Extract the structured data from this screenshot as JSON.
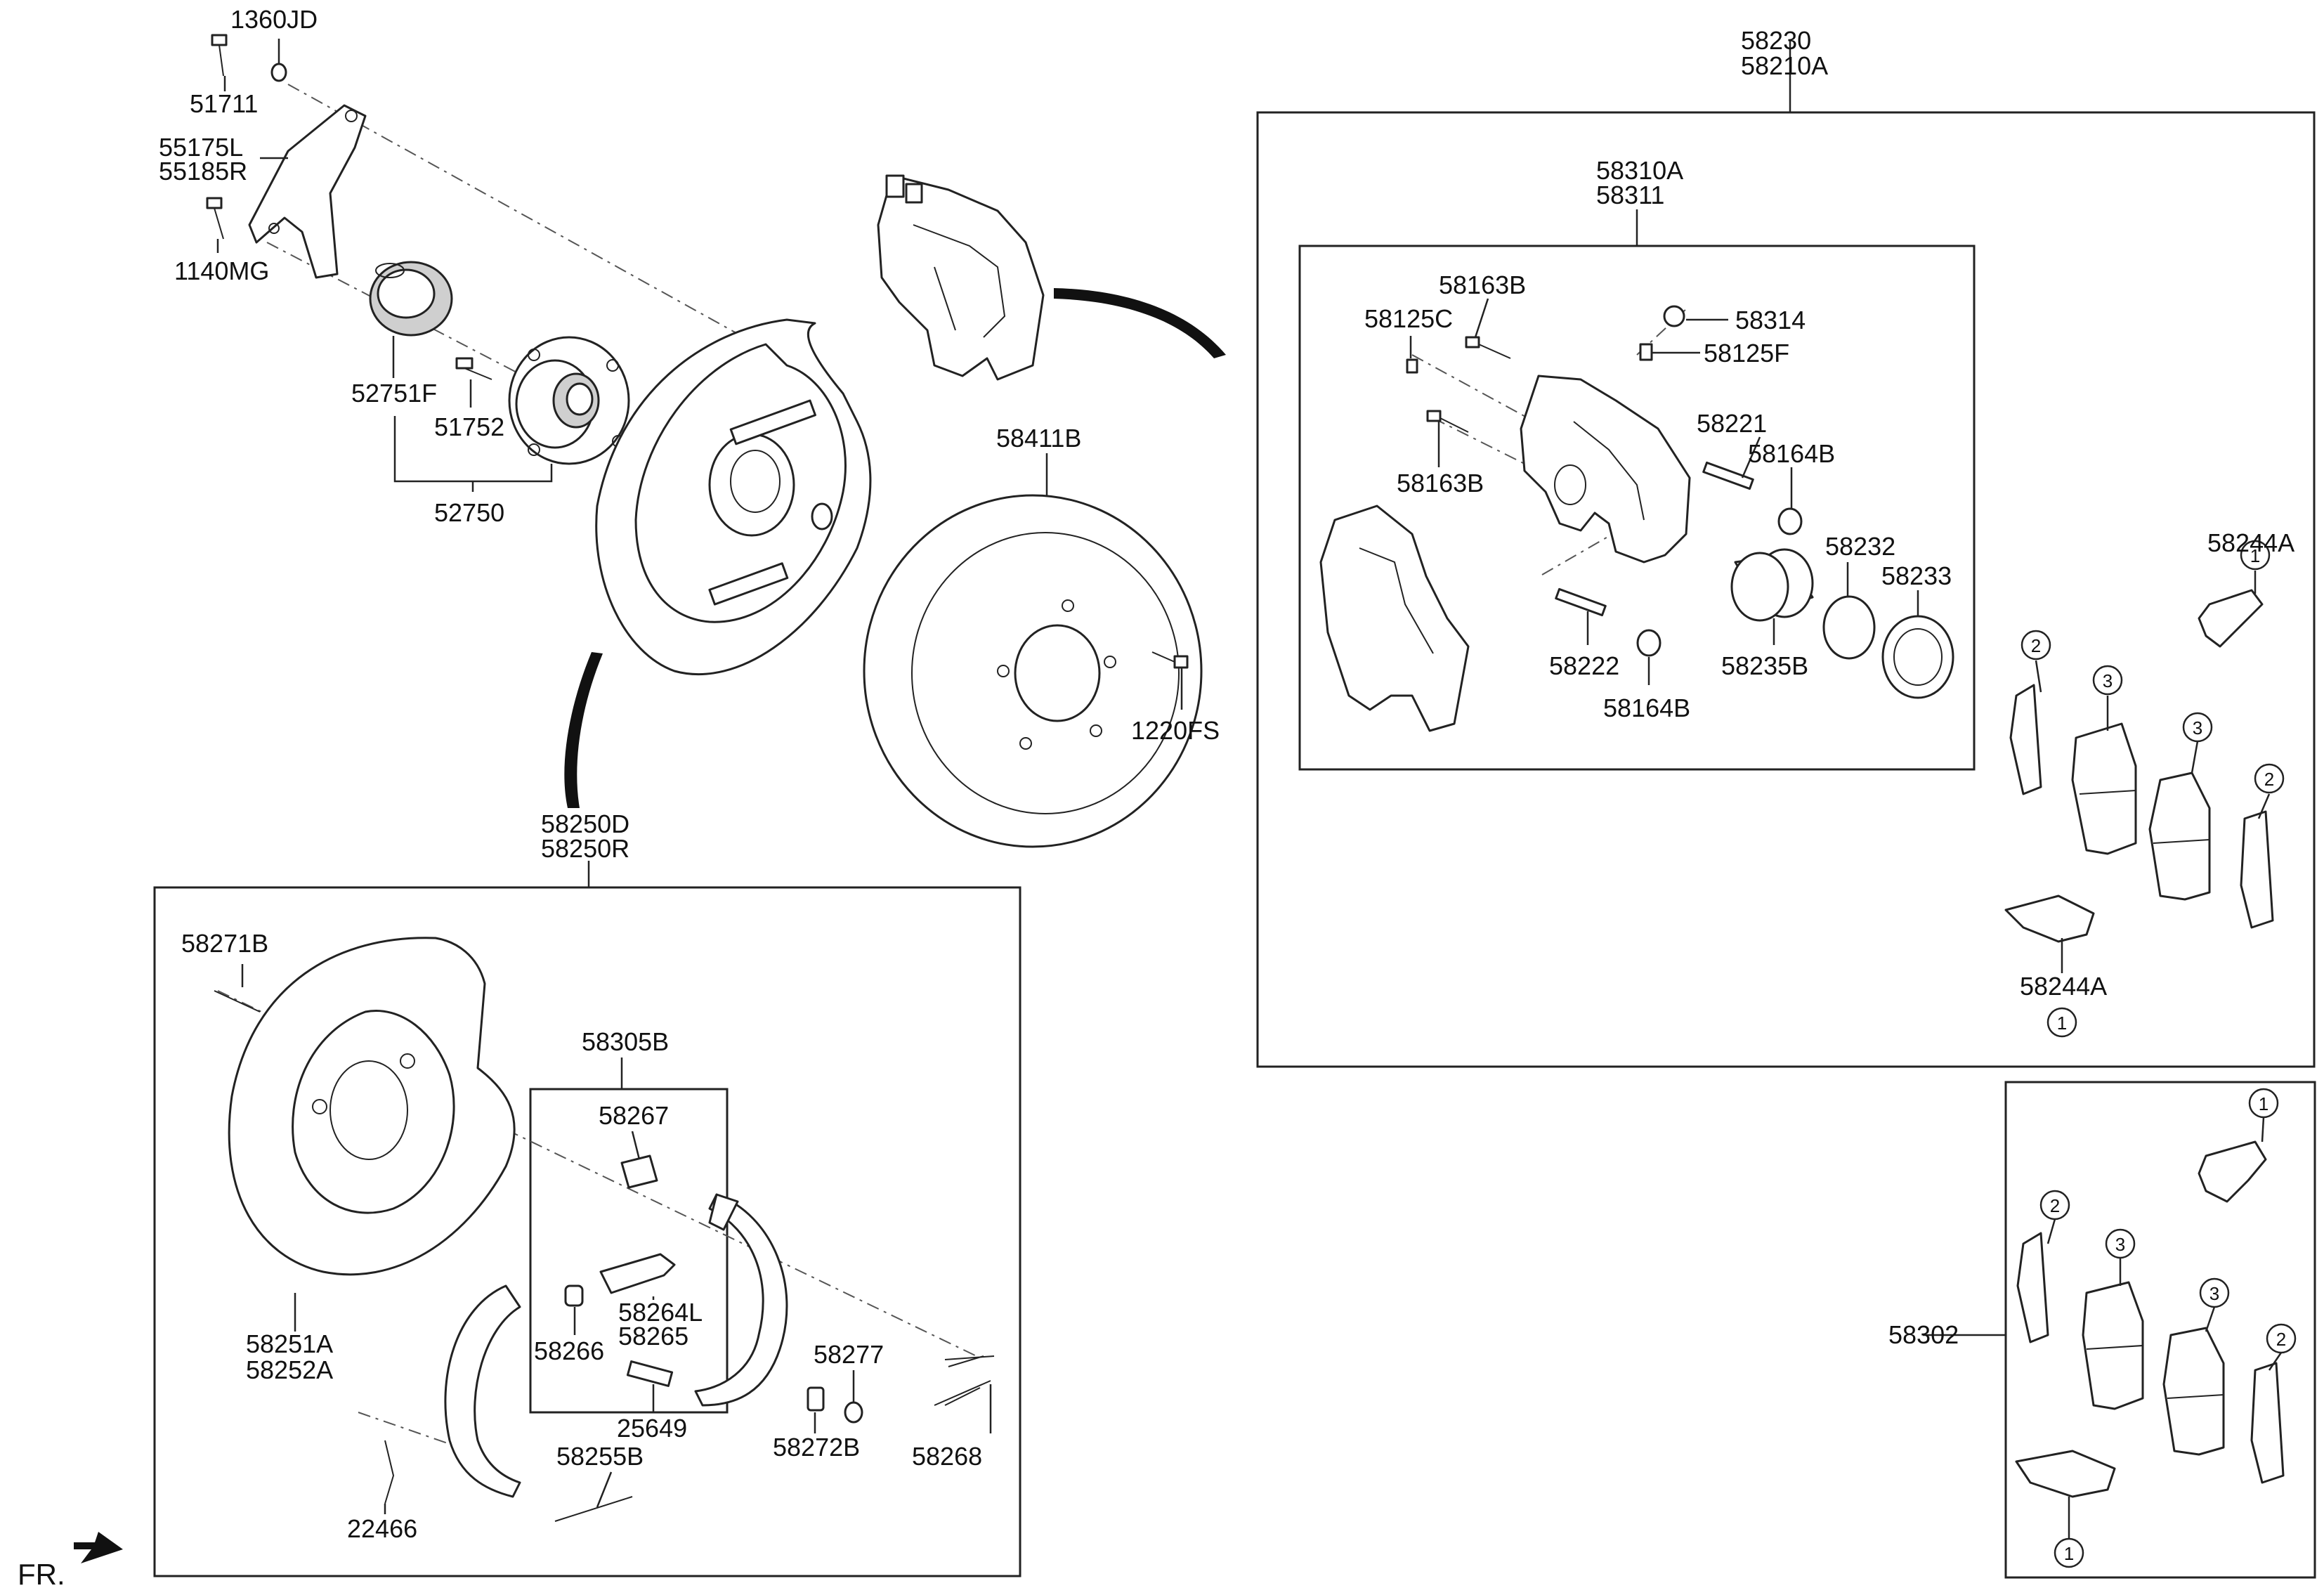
{
  "fr_label": "FR.",
  "callouts": {
    "one": "1",
    "two": "2",
    "three": "3"
  },
  "labels": {
    "p1360JD": "1360JD",
    "p51711": "51711",
    "p55175L": "55175L",
    "p55185R": "55185R",
    "p1140MG": "1140MG",
    "p52751F": "52751F",
    "p51752": "51752",
    "p52750": "52750",
    "p58411B": "58411B",
    "p1220FS": "1220FS",
    "p58250D": "58250D",
    "p58250R": "58250R",
    "p58271B": "58271B",
    "p58251A": "58251A",
    "p58252A": "58252A",
    "p58305B": "58305B",
    "p58267": "58267",
    "p58264L": "58264L",
    "p58265": "58265",
    "p58266": "58266",
    "p25649": "25649",
    "p58277": "58277",
    "p58272B": "58272B",
    "p58268": "58268",
    "p58255B": "58255B",
    "p22466": "22466",
    "p58230": "58230",
    "p58210A": "58210A",
    "p58310A": "58310A",
    "p58311": "58311",
    "p58163B_top": "58163B",
    "p58125C": "58125C",
    "p58314": "58314",
    "p58125F": "58125F",
    "p58221": "58221",
    "p58164B_top": "58164B",
    "p58163B_mid": "58163B",
    "p58232": "58232",
    "p58233": "58233",
    "p58222": "58222",
    "p58235B": "58235B",
    "p58164B_bot": "58164B",
    "p58244A_top": "58244A",
    "p58244A_bot": "58244A",
    "p58302": "58302"
  }
}
